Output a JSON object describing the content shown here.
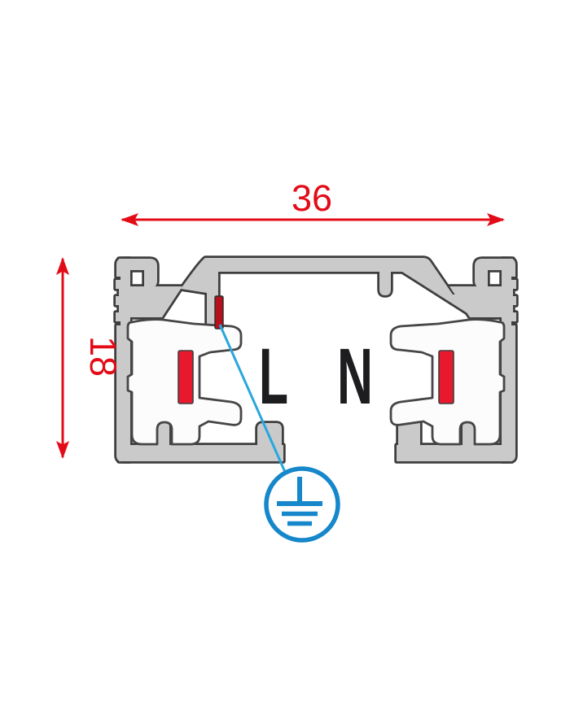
{
  "diagram": {
    "type": "track-profile-cross-section",
    "dimensions": {
      "width_label": "36",
      "height_label": "18"
    },
    "conductors": {
      "left_label": "L",
      "right_label": "N",
      "earth_icon": "protective-earth-symbol"
    },
    "colors": {
      "dimension_red": "#e30b17",
      "conductor_red": "#e8192c",
      "pe_conductor_red": "#b5101c",
      "earth_blue": "#1587ca",
      "callout_blue": "#2aa6df",
      "profile_gray": "#cacaca",
      "outline_gray": "#3e3e3e",
      "insulator_white": "#fcfcfc",
      "letter_black": "#1d1d1f"
    }
  }
}
